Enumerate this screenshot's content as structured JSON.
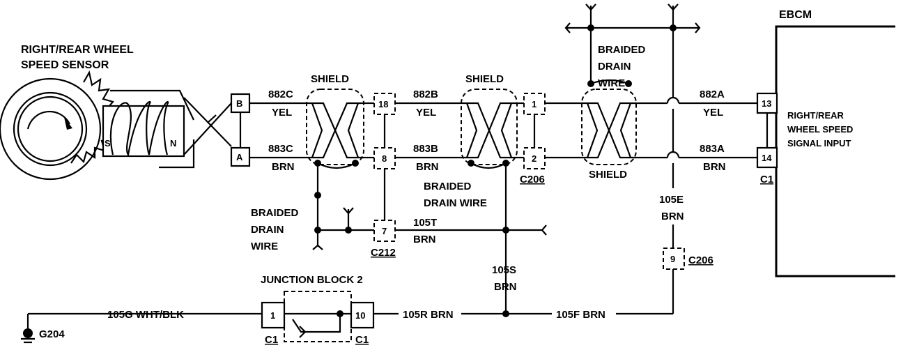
{
  "sensor": {
    "line1": "RIGHT/REAR WHEEL",
    "line2": "SPEED SENSOR",
    "pin_s": "S",
    "pin_n": "N"
  },
  "ebcm": {
    "title": "EBCM",
    "line1": "RIGHT/REAR",
    "line2": "WHEEL SPEED",
    "line3": "SIGNAL INPUT",
    "pin_top": "13",
    "pin_bottom": "14",
    "connector": "C1"
  },
  "sensor_connector": {
    "pin_b": "B",
    "pin_a": "A"
  },
  "wires": {
    "w882c": "882C",
    "w882c_color": "YEL",
    "w883c": "883C",
    "w883c_color": "BRN",
    "w882b": "882B",
    "w882b_color": "YEL",
    "w883b": "883B",
    "w883b_color": "BRN",
    "w882a": "882A",
    "w882a_color": "YEL",
    "w883a": "883A",
    "w883a_color": "BRN",
    "w105t": "105T",
    "w105t_color": "BRN",
    "w105s": "105S",
    "w105s_color": "BRN",
    "w105e": "105E",
    "w105e_color": "BRN",
    "w105g": "105G WHT/BLK",
    "w105r": "105R BRN",
    "w105f": "105F BRN"
  },
  "shields": {
    "s1": "SHIELD",
    "s2": "SHIELD",
    "s3": "SHIELD"
  },
  "drain": {
    "left_1": "BRAIDED",
    "left_2": "DRAIN",
    "left_3": "WIRE",
    "mid_1": "BRAIDED",
    "mid_2": "DRAIN WIRE",
    "right_1": "BRAIDED",
    "right_2": "DRAIN",
    "right_3": "WIRE"
  },
  "c212": {
    "pin_18": "18",
    "pin_8": "8",
    "pin_7": "7",
    "label": "C212"
  },
  "c206": {
    "pin_1": "1",
    "pin_2": "2",
    "label": "C206",
    "pin_9": "9",
    "label2": "C206"
  },
  "junction": {
    "title": "JUNCTION BLOCK 2",
    "pin_left": "1",
    "pin_right": "10",
    "conn_left": "C1",
    "conn_right": "C1"
  },
  "ground": {
    "label": "G204"
  }
}
